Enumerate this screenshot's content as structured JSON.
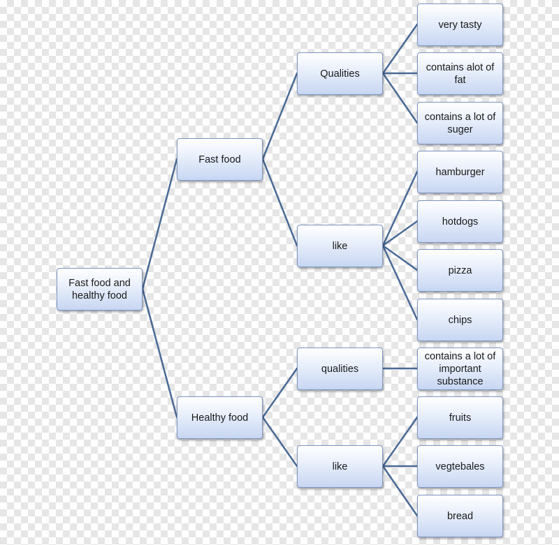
{
  "diagram": {
    "root": "Fast food and healthy food",
    "branches": {
      "fast": {
        "label": "Fast food",
        "qualities": {
          "label": "Qualities",
          "items": [
            "very tasty",
            "contains alot of fat",
            "contains a lot of suger"
          ]
        },
        "like": {
          "label": "like",
          "items": [
            "hamburger",
            "hotdogs",
            "pizza",
            "chips"
          ]
        }
      },
      "healthy": {
        "label": "Healthy food",
        "qualities": {
          "label": "qualities",
          "items": [
            "contains a lot of important substance"
          ]
        },
        "like": {
          "label": "like",
          "items": [
            "fruits",
            "vegtebales",
            "bread"
          ]
        }
      }
    },
    "colors": {
      "connector": "#4a6a96",
      "node_border": "#7d96c4",
      "node_fill_top": "#ffffff",
      "node_fill_bottom": "#c7d6f2"
    }
  }
}
